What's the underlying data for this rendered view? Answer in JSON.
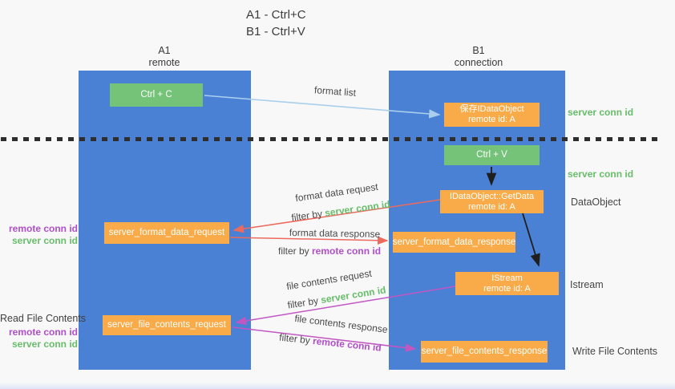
{
  "title": {
    "line1": "A1 - Ctrl+C",
    "line2": "B1 - Ctrl+V"
  },
  "columns": {
    "left": {
      "name": "A1",
      "subtitle": "remote"
    },
    "right": {
      "name": "B1",
      "subtitle": "connection"
    }
  },
  "boxes": {
    "ctrl_c": "Ctrl + C",
    "save_idataobject": {
      "line1": "保存IDataObject",
      "line2": "remote id: A"
    },
    "ctrl_v": "Ctrl + V",
    "getdata": {
      "line1": "IDataObject::GetData",
      "line2": "remote id: A"
    },
    "format_request": "server_format_data_request",
    "format_response": "server_format_data_response",
    "istream": {
      "line1": "IStream",
      "line2": "remote id: A"
    },
    "file_request": "server_file_contents_request",
    "file_response": "server_file_contents_response"
  },
  "side_labels": {
    "right": {
      "server_conn_id_1": "server conn id",
      "server_conn_id_2": "server conn id",
      "dataobject": "DataObject",
      "istream": "Istream",
      "write_file_contents": "Write File Contents"
    },
    "left": {
      "remote_conn_id_1": "remote conn id",
      "server_conn_id_1": "server conn id",
      "read_file_contents": "Read File Contents",
      "remote_conn_id_2": "remote conn id",
      "server_conn_id_2": "server conn id"
    }
  },
  "arrow_labels": {
    "format_list": "format list",
    "format_data_request": "format data request",
    "filter_by_1": "filter by ",
    "filter_value_1": "server conn id",
    "format_data_response": "format data response",
    "filter_by_2": "filter by ",
    "filter_value_2": "remote conn id",
    "file_contents_request": "file contents request",
    "filter_by_3": "filter by ",
    "filter_value_3": "server conn id",
    "file_contents_response": "file contents response",
    "filter_by_4": "filter by ",
    "filter_value_4": "remote conn id"
  },
  "colors": {
    "column_blue": "#4a81d4",
    "box_green": "#74c378",
    "box_orange": "#f8ab48",
    "arrow_lightblue": "#a9cfec",
    "arrow_red": "#ec6a5e",
    "arrow_magenta": "#c257c2",
    "arrow_black": "#1f1f1f",
    "label_green": "#67bd6a",
    "label_magenta": "#b04fc9"
  }
}
